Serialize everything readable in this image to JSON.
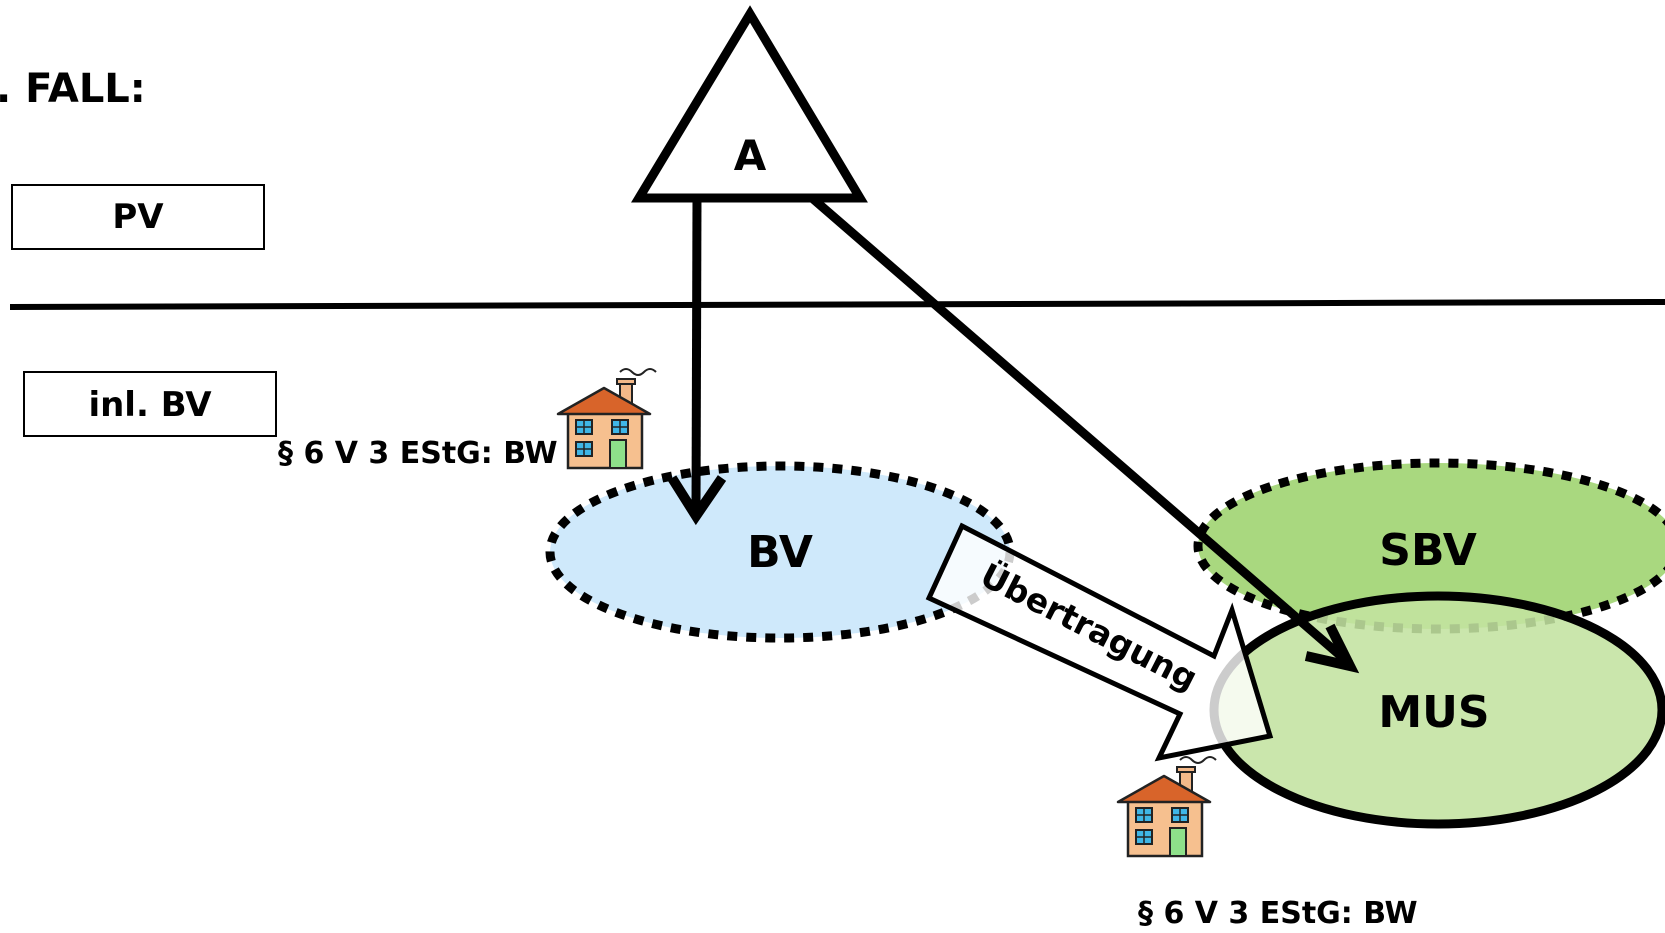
{
  "heading": ". FALL:",
  "sections": {
    "private": "PV",
    "business": "inl. BV"
  },
  "person": "A",
  "ellipses": {
    "bv": "BV",
    "sbv": "SBV",
    "mus": "MUS"
  },
  "transfer_label": "Übertragung",
  "notes": {
    "top": "§ 6 V 3 EStG: BW",
    "bottom": "§ 6 V 3 EStG: BW"
  },
  "icons": [
    "house-icon",
    "house-icon"
  ],
  "colors": {
    "bv_fill": "#cfe9fb",
    "sbv_fill": "#a9d87f",
    "mus_fill": "#c3e3a0",
    "stroke": "#000000"
  }
}
